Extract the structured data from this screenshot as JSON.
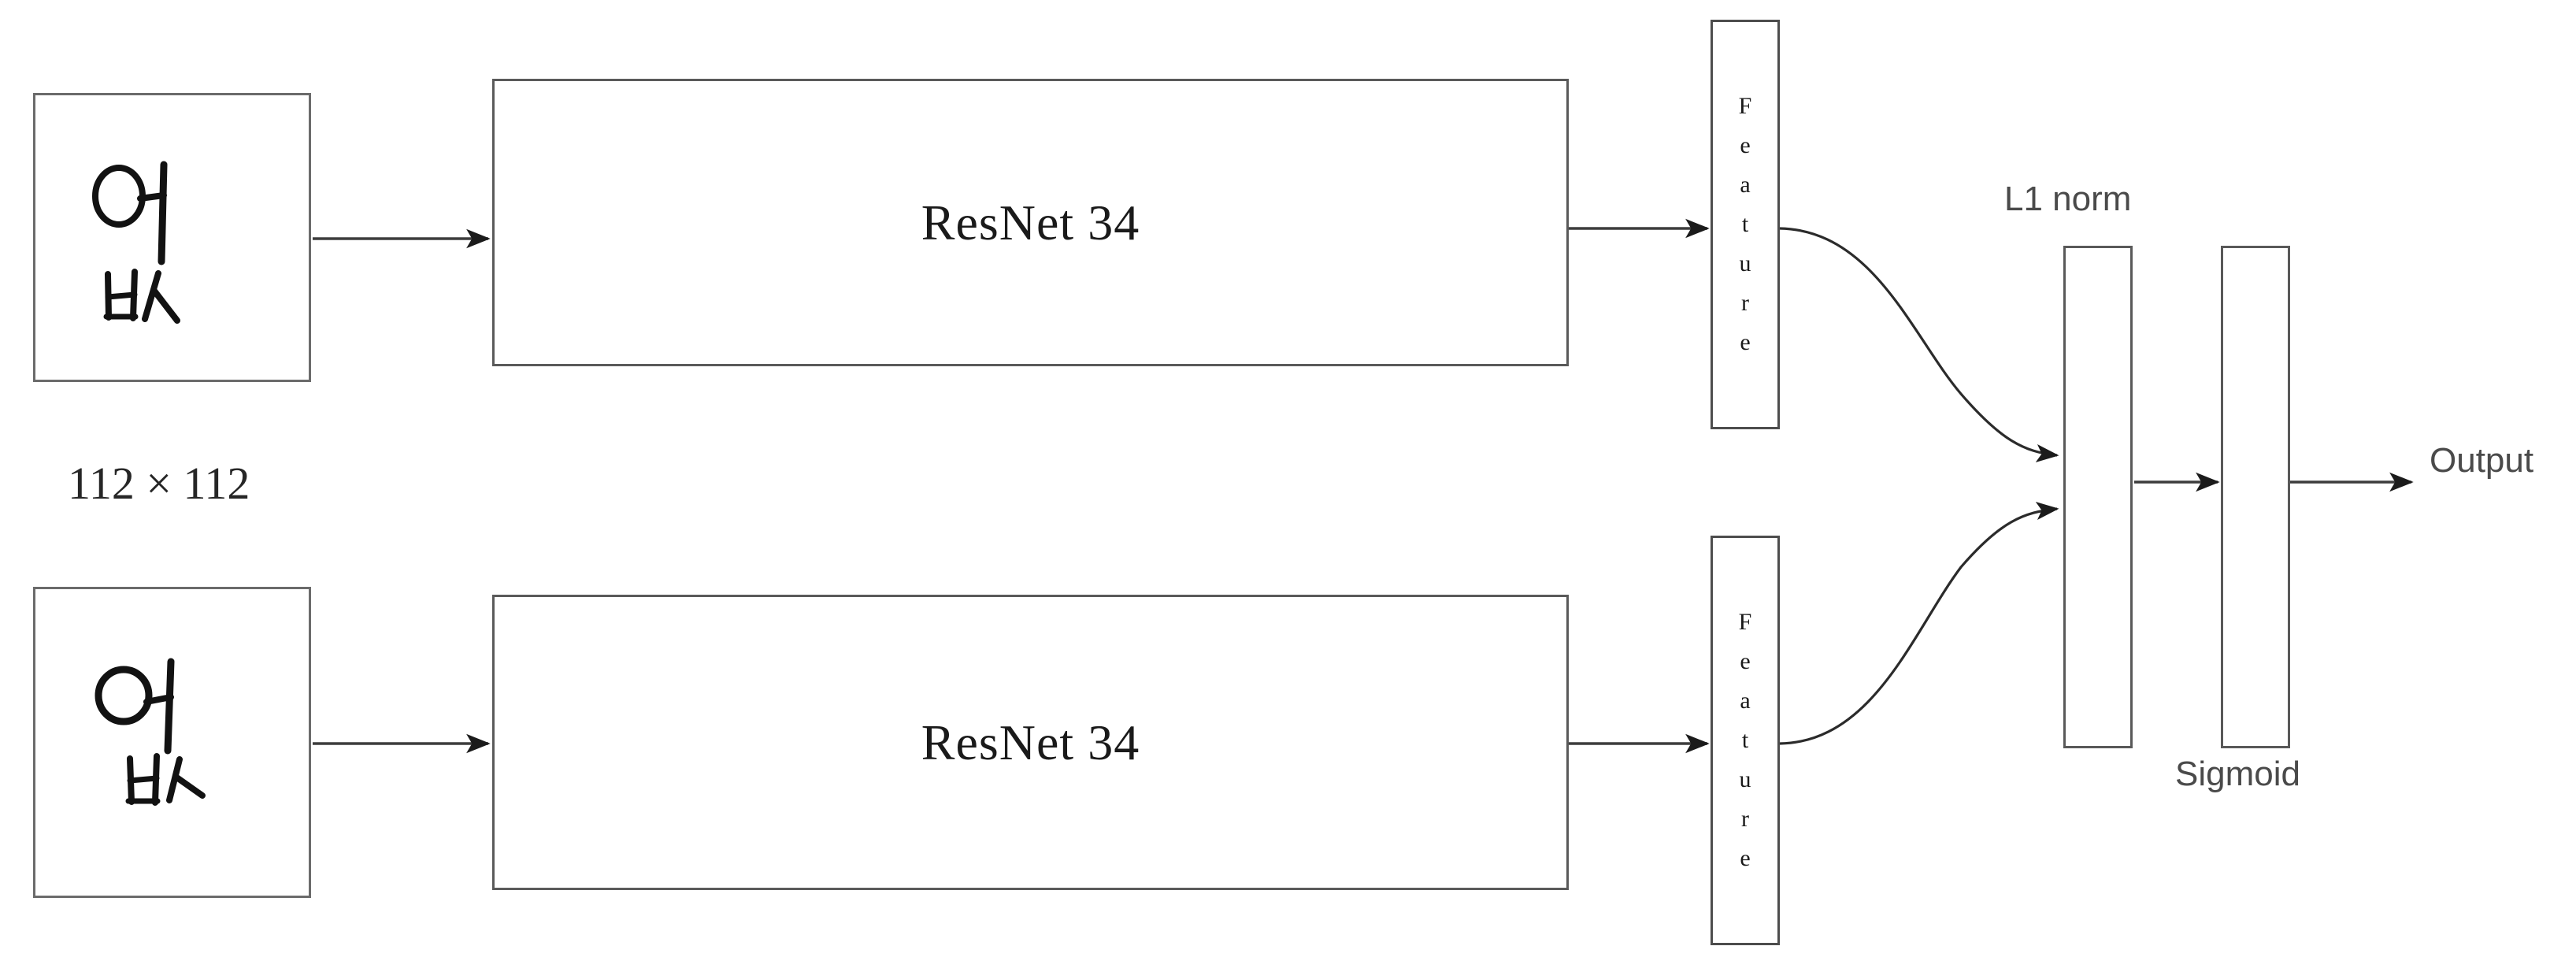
{
  "diagram": {
    "title": "Siamese ResNet-34 handwriting verification network",
    "colors": {
      "stroke": "#595959",
      "text_dark": "#1a1a1a",
      "text_gray": "#4a4a4a",
      "background": "#ffffff",
      "ink": "#111111"
    }
  },
  "inputs": [
    {
      "id": "input-top",
      "glyph": "없",
      "glyph_note": "handwritten Korean syllable",
      "size_label": "112 × 112"
    },
    {
      "id": "input-bottom",
      "glyph": "없",
      "glyph_note": "handwritten Korean syllable"
    }
  ],
  "backbones": [
    {
      "id": "resnet-top",
      "label": "ResNet 34"
    },
    {
      "id": "resnet-bottom",
      "label": "ResNet 34"
    }
  ],
  "features": [
    {
      "id": "feature-top",
      "label": "Feature",
      "letters": [
        "F",
        "e",
        "a",
        "t",
        "u",
        "r",
        "e"
      ]
    },
    {
      "id": "feature-bottom",
      "label": "Feature",
      "letters": [
        "F",
        "e",
        "a",
        "t",
        "u",
        "r",
        "e"
      ]
    }
  ],
  "head": {
    "l1_label": "L1 norm",
    "sigmoid_label": "Sigmoid",
    "output_label": "Output"
  }
}
